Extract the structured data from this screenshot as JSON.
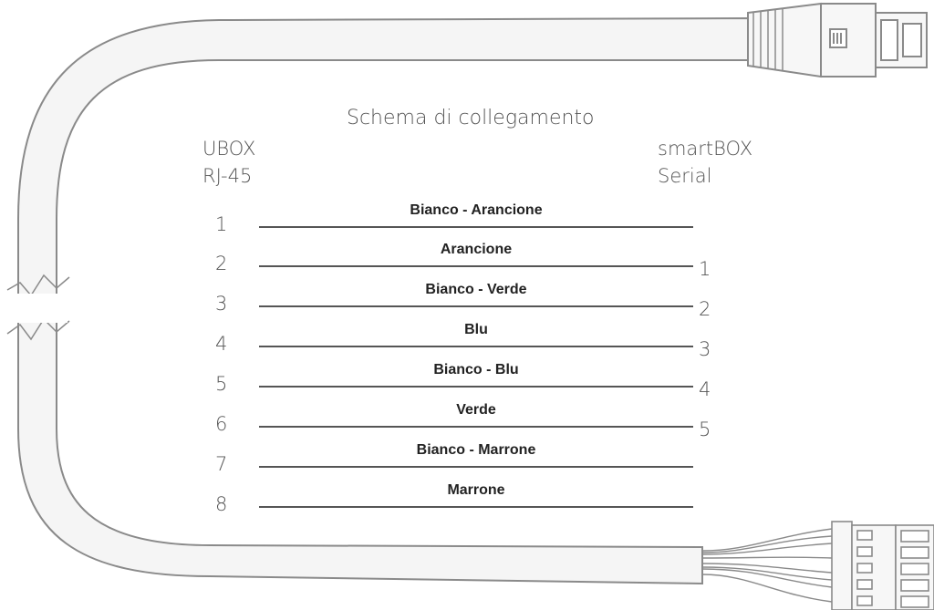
{
  "title": "Schema di collegamento",
  "left_header": {
    "line1": "UBOX",
    "line2": "RJ-45"
  },
  "right_header": {
    "line1": "smartBOX",
    "line2": "Serial"
  },
  "wires": [
    {
      "left_pin": "1",
      "label": "Bianco - Arancione",
      "right_pin": ""
    },
    {
      "left_pin": "2",
      "label": "Arancione",
      "right_pin": "1"
    },
    {
      "left_pin": "3",
      "label": "Bianco - Verde",
      "right_pin": "2"
    },
    {
      "left_pin": "4",
      "label": "Blu",
      "right_pin": "3"
    },
    {
      "left_pin": "5",
      "label": "Bianco - Blu",
      "right_pin": "4"
    },
    {
      "left_pin": "6",
      "label": "Verde",
      "right_pin": "5"
    },
    {
      "left_pin": "7",
      "label": "Bianco - Marrone",
      "right_pin": ""
    },
    {
      "left_pin": "8",
      "label": "Marrone",
      "right_pin": ""
    }
  ],
  "colors": {
    "cable_outline": "#8a8a8a",
    "cable_fill": "#f4f4f4",
    "text": "#555555",
    "wire": "#555555"
  }
}
